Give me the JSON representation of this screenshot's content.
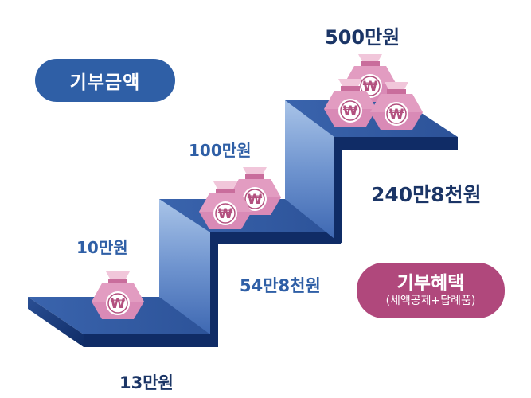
{
  "badges": {
    "donation": "기부금액",
    "benefit_title": "기부혜택",
    "benefit_sub": "(세액공제+답례품)"
  },
  "donation_amounts": [
    "10만원",
    "100만원",
    "500만원"
  ],
  "benefit_amounts": [
    "13만원",
    "54만8천원",
    "240만8천원"
  ],
  "icons": {
    "money_bag": "money-bag-icon",
    "currency_symbol": "₩"
  },
  "colors": {
    "step_blue": "#3b66ad",
    "label_blue": "#2f5fa6",
    "benefit_navy": "#1b3566",
    "bag_pink": "#d98ab6",
    "benefit_badge": "#b0487c"
  }
}
